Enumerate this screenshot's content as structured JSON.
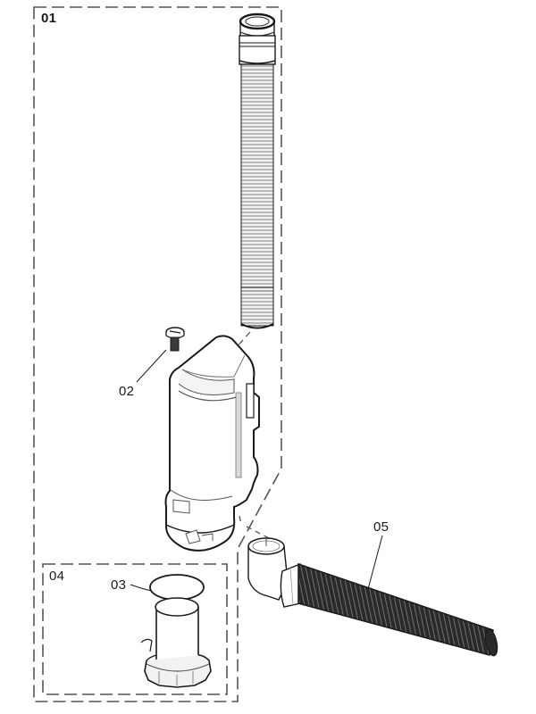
{
  "diagram": {
    "type": "exploded-parts-diagram",
    "colors": {
      "line": "#1a1a1a",
      "dash": "#555555",
      "part_fill": "#ffffff",
      "shade": "#d9d9d9",
      "hose_dark": "#1e1e1e"
    },
    "groups": [
      {
        "id": "01",
        "label": "01",
        "description": "Outer kit boundary"
      },
      {
        "id": "04",
        "label": "04",
        "description": "Inner kit boundary"
      }
    ],
    "parts": [
      {
        "id": "01",
        "label": "01",
        "name": "flexible-overflow-tube"
      },
      {
        "id": "02",
        "label": "02",
        "name": "screw"
      },
      {
        "id": "03",
        "label": "03",
        "name": "o-ring-seal"
      },
      {
        "id": "04",
        "label": "04",
        "name": "outlet-connector"
      },
      {
        "id": "05",
        "label": "05",
        "name": "corrugated-drain-hose"
      }
    ],
    "extra_parts": [
      {
        "name": "valve-body"
      },
      {
        "name": "elbow-fitting"
      }
    ],
    "callouts": {
      "c01": "01",
      "c02": "02",
      "c03": "03",
      "c04": "04",
      "c05": "05"
    }
  }
}
